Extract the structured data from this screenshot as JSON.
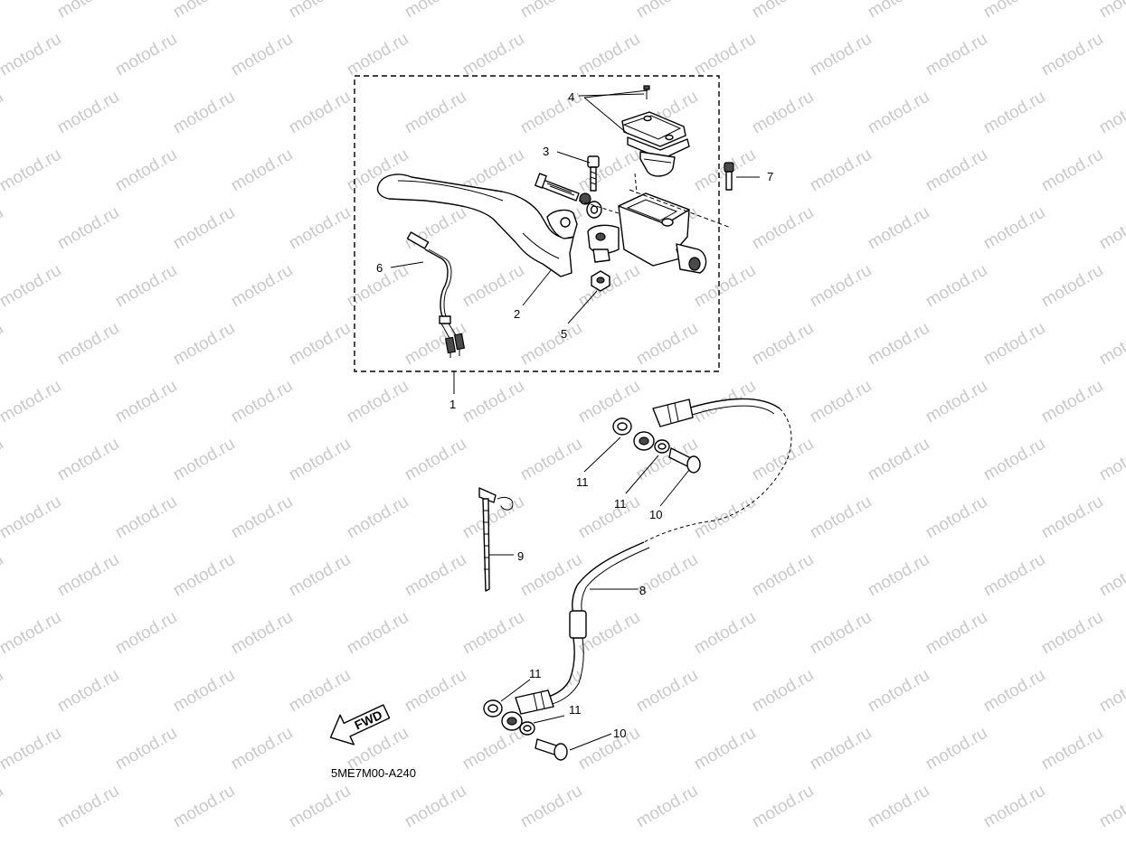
{
  "diagram": {
    "watermark": "motod.ru",
    "code_label": "5ME7M00-A240",
    "fwd_label": "FWD",
    "callouts": [
      {
        "id": "c1",
        "text": "1"
      },
      {
        "id": "c2",
        "text": "2"
      },
      {
        "id": "c3",
        "text": "3"
      },
      {
        "id": "c4",
        "text": "4"
      },
      {
        "id": "c5",
        "text": "5"
      },
      {
        "id": "c6",
        "text": "6"
      },
      {
        "id": "c7",
        "text": "7"
      },
      {
        "id": "c8",
        "text": "8"
      },
      {
        "id": "c9",
        "text": "9"
      },
      {
        "id": "c10a",
        "text": "10"
      },
      {
        "id": "c10b",
        "text": "10"
      },
      {
        "id": "c11a",
        "text": "11"
      },
      {
        "id": "c11b",
        "text": "11"
      },
      {
        "id": "c11c",
        "text": "11"
      },
      {
        "id": "c11d",
        "text": "11"
      }
    ]
  }
}
